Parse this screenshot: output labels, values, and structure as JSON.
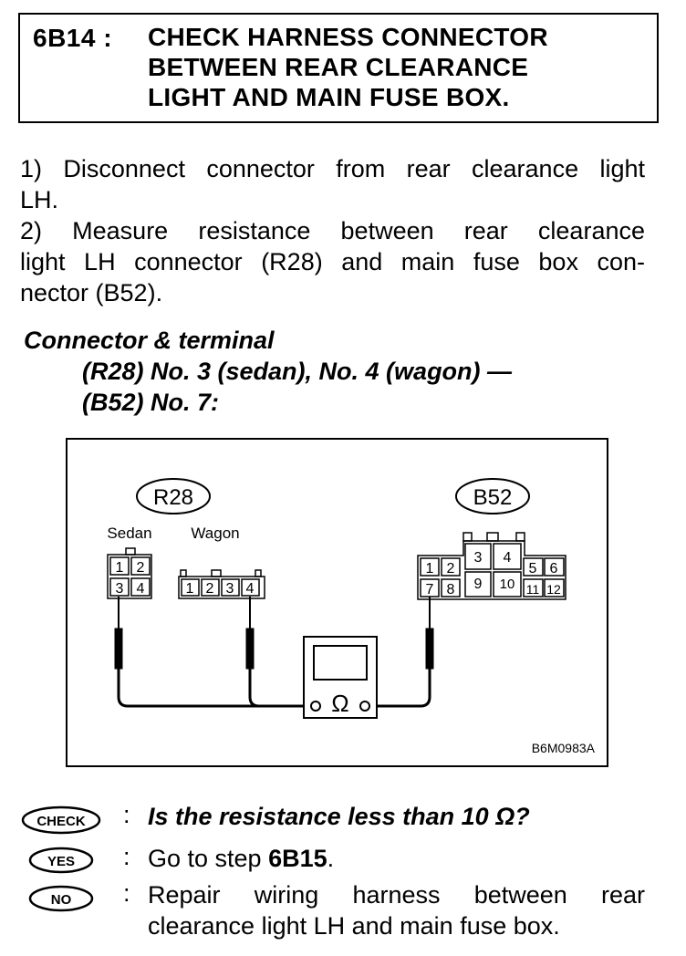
{
  "header": {
    "step_id": "6B14 :",
    "title_lines": [
      "CHECK HARNESS CONNECTOR",
      "BETWEEN REAR CLEARANCE",
      "LIGHT AND MAIN FUSE BOX."
    ]
  },
  "instructions": {
    "lines": [
      "1)  Disconnect connector from rear clearance light",
      "LH.",
      "2)  Measure  resistance  between  rear  clearance",
      "light LH connector (R28) and main fuse box con-",
      "nector (B52)."
    ]
  },
  "spec": {
    "heading": "Connector & terminal",
    "lines": [
      "(R28) No. 3 (sedan), No. 4 (wagon) —",
      "(B52) No. 7:"
    ]
  },
  "figure": {
    "connector_r28": "R28",
    "connector_b52": "B52",
    "label_sedan": "Sedan",
    "label_wagon": "Wagon",
    "sedan_pins": [
      "1",
      "2",
      "3",
      "4"
    ],
    "wagon_pins": [
      "1",
      "2",
      "3",
      "4"
    ],
    "b52_pins": [
      "1",
      "2",
      "3",
      "4",
      "5",
      "6",
      "7",
      "8",
      "9",
      "10",
      "11",
      "12"
    ],
    "meter_symbol": "Ω",
    "figure_code": "B6M0983A"
  },
  "qa": {
    "check": {
      "badge": "CHECK",
      "colon": ":",
      "text": "Is the resistance less than 10 Ω?"
    },
    "yes": {
      "badge": "YES",
      "colon": ":",
      "text_prefix": "Go to step ",
      "step": "6B15",
      "text_suffix": "."
    },
    "no": {
      "badge": "NO",
      "colon": ":",
      "lines": [
        "Repair  wiring  harness  between  rear",
        "clearance light LH and main fuse box."
      ]
    }
  }
}
